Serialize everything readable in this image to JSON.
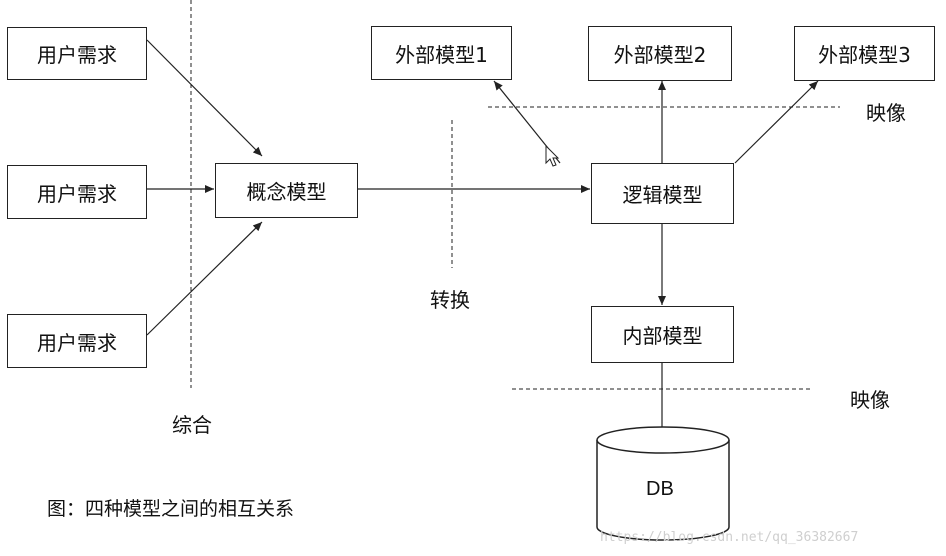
{
  "user_req_top": "用户需求",
  "user_req_mid": "用户需求",
  "user_req_bot": "用户需求",
  "conceptual_model": "概念模型",
  "logical_model": "逻辑模型",
  "internal_model": "内部模型",
  "external_model_1": "外部模型1",
  "external_model_2": "外部模型2",
  "external_model_3": "外部模型3",
  "label_synthesis": "综合",
  "label_transform": "转换",
  "label_mapping_top": "映像",
  "label_mapping_bottom": "映像",
  "db_label": "DB",
  "caption": "图：四种模型之间的相互关系",
  "watermark": "https://blog.csdn.net/qq_36382667"
}
